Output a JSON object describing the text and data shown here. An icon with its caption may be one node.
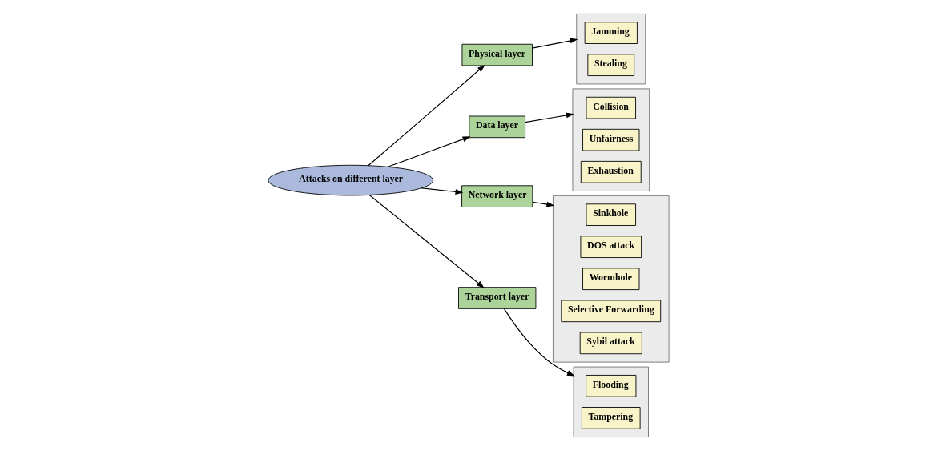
{
  "diagram": {
    "nodes": [
      {
        "text": [
          "Attacks on different layer"
        ]
      },
      {
        "text": [
          "Physical layer"
        ]
      },
      {
        "text": [],
        "shape": "box"
      },
      {
        "text": [
          "Jamming"
        ],
        "in": 2
      },
      {
        "text": [
          "Stealing"
        ],
        "in": 2
      },
      {
        "text": [
          "Data layer"
        ]
      },
      {
        "text": [],
        "shape": "box"
      },
      {
        "text": [
          "Collision"
        ],
        "in": 6
      },
      {
        "text": [
          "Unfairness"
        ],
        "in": 6
      },
      {
        "text": [
          "Exhaustion"
        ],
        "in": 6
      },
      {
        "text": [
          "Network layer"
        ]
      },
      {
        "text": [],
        "shape": "box"
      },
      {
        "text": [
          "Sinkhole"
        ],
        "in": 11
      },
      {
        "text": [
          "DOS attack"
        ],
        "in": 11
      },
      {
        "text": [
          "Wormhole"
        ],
        "in": 11
      },
      {
        "text": [
          "Selective Forwarding"
        ],
        "in": 11
      },
      {
        "text": [
          "Sybil attack"
        ],
        "in": 11
      },
      {
        "text": [
          "Transport layer"
        ]
      },
      {
        "text": [],
        "shape": "box"
      },
      {
        "text": [
          "Flooding"
        ],
        "in": 18
      },
      {
        "text": [
          "Tampering"
        ],
        "in": 18
      }
    ],
    "edges": [
      {
        "from": 0,
        "to": 1,
        "arrow": "to"
      },
      {
        "from": 0,
        "to": 5,
        "arrow": "to"
      },
      {
        "from": 0,
        "to": 10,
        "arrow": "to"
      },
      {
        "from": 0,
        "to": 17,
        "arrow": "to"
      },
      {
        "from": 1,
        "to": 2,
        "arrow": "to"
      },
      {
        "from": 5,
        "to": 6,
        "arrow": "to"
      },
      {
        "from": 10,
        "to": 11,
        "arrow": "to"
      },
      {
        "from": 17,
        "to": 18,
        "arrow": "to"
      }
    ]
  }
}
